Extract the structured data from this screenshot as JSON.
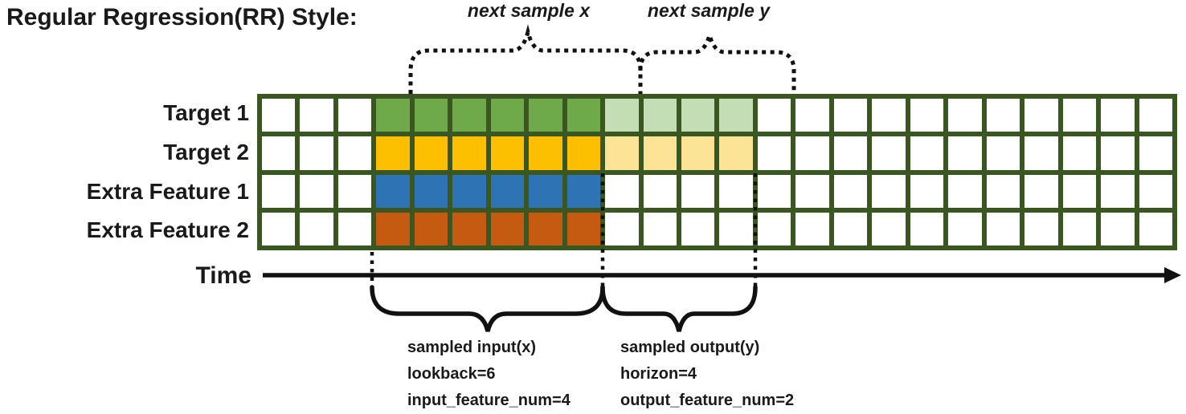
{
  "title": "Regular Regression(RR) Style:",
  "top_annotations": {
    "next_sample_x": "next sample x",
    "next_sample_y": "next sample y"
  },
  "grid": {
    "columns": 24,
    "lead_white_columns": 3,
    "border_color": "#3a5722",
    "empty_color": "#ffffff",
    "rows": [
      {
        "label": "Target 1",
        "dark_color": "#6ea94a",
        "light_color": "#c5ddb5",
        "dark_count": 6,
        "light_count": 4
      },
      {
        "label": "Target 2",
        "dark_color": "#fdc000",
        "light_color": "#fde395",
        "dark_count": 6,
        "light_count": 4
      },
      {
        "label": "Extra Feature 1",
        "dark_color": "#2e74b5",
        "light_color": null,
        "dark_count": 6,
        "light_count": 0
      },
      {
        "label": "Extra Feature 2",
        "dark_color": "#c55a11",
        "light_color": null,
        "dark_count": 6,
        "light_count": 0
      }
    ]
  },
  "time_axis": {
    "label": "Time"
  },
  "bottom_annotations": {
    "input": {
      "lines": [
        "sampled input(x)",
        "lookback=6",
        "input_feature_num=4"
      ]
    },
    "output": {
      "lines": [
        "sampled output(y)",
        "horizon=4",
        "output_feature_num=2"
      ]
    }
  }
}
